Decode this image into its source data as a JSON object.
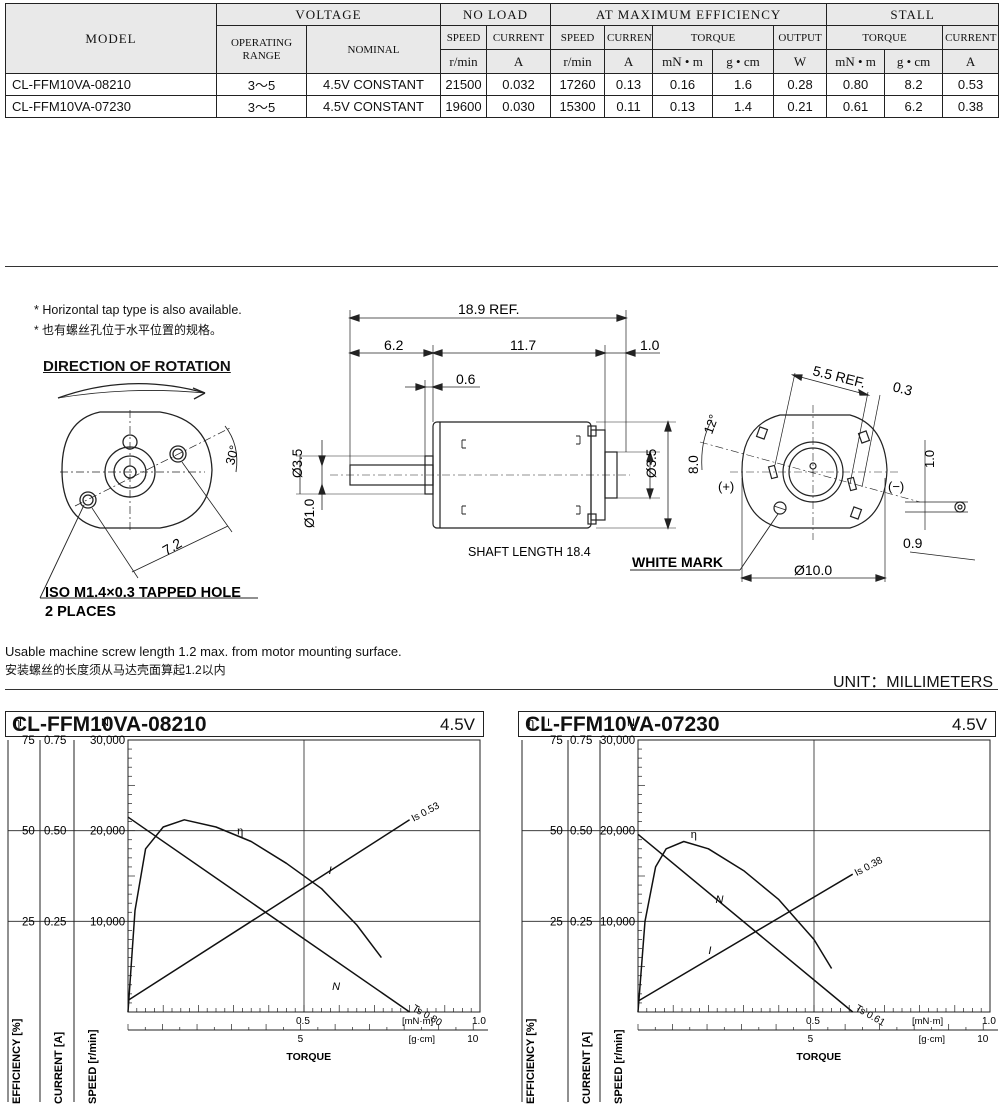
{
  "table": {
    "headers": {
      "model": "MODEL",
      "voltage": "VOLTAGE",
      "no_load": "NO LOAD",
      "max_eff": "AT MAXIMUM EFFICIENCY",
      "stall": "STALL",
      "operating_range": [
        "OPERATING",
        "RANGE"
      ],
      "nominal": "NOMINAL",
      "speed": "SPEED",
      "current": "CURRENT",
      "torque": "TORQUE",
      "output": "OUTPUT"
    },
    "units": {
      "speed": "r/min",
      "current": "A",
      "torque_mn": "mN • m",
      "torque_g": "g • cm",
      "output": "W"
    },
    "rows": [
      {
        "model": "CL-FFM10VA-08210",
        "range": "3～5",
        "nominal": "4.5V CONSTANT",
        "nl_speed": "21500",
        "nl_current": "0.032",
        "me_speed": "17260",
        "me_current": "0.13",
        "me_torque_mn": "0.16",
        "me_torque_g": "1.6",
        "me_output": "0.28",
        "st_torque_mn": "0.80",
        "st_torque_g": "8.2",
        "st_current": "0.53"
      },
      {
        "model": "CL-FFM10VA-07230",
        "range": "3～5",
        "nominal": "4.5V CONSTANT",
        "nl_speed": "19600",
        "nl_current": "0.030",
        "me_speed": "15300",
        "me_current": "0.11",
        "me_torque_mn": "0.13",
        "me_torque_g": "1.4",
        "me_output": "0.21",
        "st_torque_mn": "0.61",
        "st_torque_g": "6.2",
        "st_current": "0.38"
      }
    ]
  },
  "drawing": {
    "note_en": "* Horizontal tap type is also available.",
    "note_cn": "* 也有螺丝孔位于水平位置的规格。",
    "direction": "DIRECTION OF ROTATION",
    "angle_30": "30°",
    "dim_72": "7.2",
    "tapped_hole": "ISO M1.4×0.3 TAPPED HOLE",
    "places": "2 PLACES",
    "dim_189": "18.9 REF.",
    "dim_62": "6.2",
    "dim_117": "11.7",
    "dim_10": "1.0",
    "dim_06": "0.6",
    "dim_d35": "Ø3.5",
    "dim_d10": "Ø1.0",
    "dim_d35b": "Ø3.5",
    "dim_80": "8.0",
    "shaft": "SHAFT LENGTH 18.4",
    "angle_12": "12°",
    "dim_55": "5.5 REF.",
    "dim_03": "0.3",
    "plus": "(+)",
    "minus": "(−)",
    "dim_10b": "1.0",
    "dim_09": "0.9",
    "white_mark": "WHITE MARK",
    "dim_d100": "Ø10.0",
    "usable_en": "Usable machine screw length 1.2 max. from motor mounting surface.",
    "usable_cn": "安装螺丝的长度须从马达壳面算起1.2以内",
    "unit": "UNIT：MILLIMETERS"
  },
  "charts": [
    {
      "model": "CL-FFM10VA-08210",
      "voltage": "4.5V",
      "axis_heads": [
        "η",
        "I",
        "N"
      ],
      "eff_ticks": [
        "75",
        "50",
        "25"
      ],
      "cur_ticks": [
        "0.75",
        "0.50",
        "0.25"
      ],
      "speed_ticks": [
        "30,000",
        "20,000",
        "10,000"
      ],
      "eff_label": "EFFICIENCY [%]",
      "cur_label": "CURRENT [A]",
      "speed_label": "SPEED [r/min]",
      "x_label": "TORQUE",
      "x_mn_ticks": [
        "0.5",
        "1.0"
      ],
      "x_g_ticks": [
        "5",
        "10"
      ],
      "x_mn_unit": "[mN·m]",
      "x_g_unit": "[g·cm]",
      "label_eta": "η",
      "label_I": "I",
      "label_N": "N",
      "stall_current_label": "Is 0.53",
      "stall_torque_label": "Ts 0.80"
    },
    {
      "model": "CL-FFM10VA-07230",
      "voltage": "4.5V",
      "axis_heads": [
        "η",
        "I",
        "N"
      ],
      "eff_ticks": [
        "75",
        "50",
        "25"
      ],
      "cur_ticks": [
        "0.75",
        "0.50",
        "0.25"
      ],
      "speed_ticks": [
        "30,000",
        "20,000",
        "10,000"
      ],
      "eff_label": "EFFICIENCY [%]",
      "cur_label": "CURRENT [A]",
      "speed_label": "SPEED [r/min]",
      "x_label": "TORQUE",
      "x_mn_ticks": [
        "0.5",
        "1.0"
      ],
      "x_g_ticks": [
        "5",
        "10"
      ],
      "x_mn_unit": "[mN·m]",
      "x_g_unit": "[g·cm]",
      "label_eta": "η",
      "label_I": "I",
      "label_N": "N",
      "stall_current_label": "Is 0.38",
      "stall_torque_label": "Ts 0.61"
    }
  ],
  "chart_data": [
    {
      "type": "line",
      "title": "CL-FFM10VA-08210",
      "xlabel": "TORQUE",
      "xlim": [
        0,
        1.0
      ],
      "series": [
        {
          "name": "N",
          "unit": "r/min",
          "x": [
            0,
            0.8
          ],
          "y": [
            21500,
            0
          ]
        },
        {
          "name": "I",
          "unit": "A",
          "x": [
            0,
            0.8
          ],
          "y": [
            0.032,
            0.53
          ]
        },
        {
          "name": "η",
          "unit": "%",
          "x": [
            0,
            0.02,
            0.05,
            0.1,
            0.16,
            0.25,
            0.35,
            0.45,
            0.55,
            0.65,
            0.72
          ],
          "y": [
            0,
            28,
            45,
            51,
            53,
            51,
            47,
            41,
            34,
            24,
            15
          ]
        }
      ]
    },
    {
      "type": "line",
      "title": "CL-FFM10VA-07230",
      "xlabel": "TORQUE",
      "xlim": [
        0,
        1.0
      ],
      "series": [
        {
          "name": "N",
          "unit": "r/min",
          "x": [
            0,
            0.61
          ],
          "y": [
            19600,
            0
          ]
        },
        {
          "name": "I",
          "unit": "A",
          "x": [
            0,
            0.61
          ],
          "y": [
            0.03,
            0.38
          ]
        },
        {
          "name": "η",
          "unit": "%",
          "x": [
            0,
            0.02,
            0.05,
            0.08,
            0.13,
            0.2,
            0.3,
            0.4,
            0.5,
            0.55
          ],
          "y": [
            0,
            25,
            40,
            45,
            47,
            45,
            39,
            31,
            20,
            12
          ]
        }
      ]
    }
  ]
}
